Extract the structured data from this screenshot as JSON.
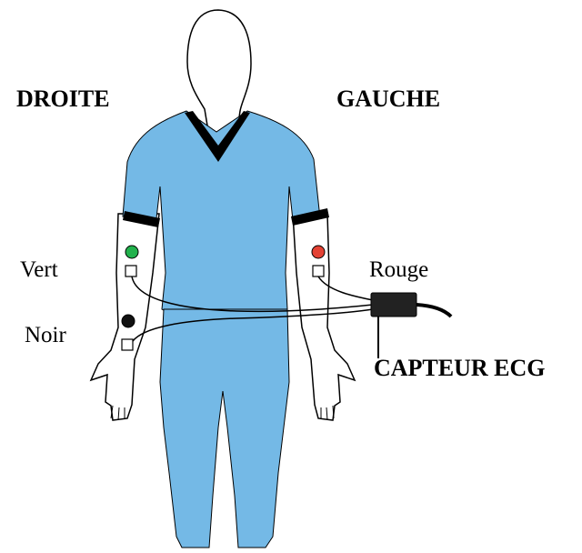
{
  "labels": {
    "right_side": "DROITE",
    "left_side": "GAUCHE",
    "green_electrode": "Vert",
    "black_electrode": "Noir",
    "red_electrode": "Rouge",
    "sensor": "CAPTEUR ECG"
  },
  "colors": {
    "scrubs": "#74b9e6",
    "skin": "#ffffff",
    "outline": "#000000",
    "green_electrode": "#22b14c",
    "red_electrode": "#e34234",
    "black_electrode": "#111111",
    "sensor_body": "#222222"
  }
}
